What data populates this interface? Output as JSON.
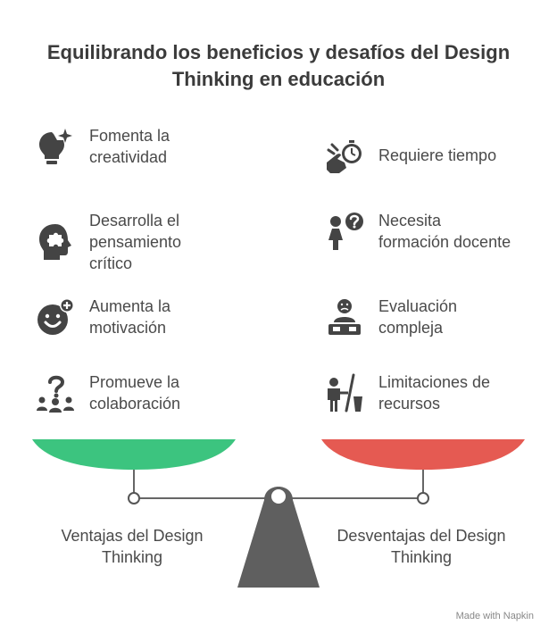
{
  "title": "Equilibrando los beneficios y desafíos del Design Thinking en educación",
  "advantages": {
    "caption": "Ventajas del Design Thinking",
    "items": [
      {
        "label": "Fomenta la creatividad",
        "icon": "lightbulb-sparkle-icon"
      },
      {
        "label": "Desarrolla el pensamiento crítico",
        "icon": "head-puzzle-icon"
      },
      {
        "label": "Aumenta la motivación",
        "icon": "smiley-plus-icon"
      },
      {
        "label": "Promueve la colaboración",
        "icon": "group-question-icon"
      }
    ]
  },
  "disadvantages": {
    "caption": "Desventajas del Design Thinking",
    "items": [
      {
        "label": "Requiere tiempo",
        "icon": "hand-stopwatch-icon"
      },
      {
        "label": "Necesita formación docente",
        "icon": "person-question-icon"
      },
      {
        "label": "Evaluación compleja",
        "icon": "person-sad-desk-icon"
      },
      {
        "label": "Limitaciones de recursos",
        "icon": "person-broom-bucket-icon"
      }
    ]
  },
  "colors": {
    "advantage": "#3cc47f",
    "disadvantage": "#e55a52",
    "icon": "#444444",
    "fulcrum": "#5f5f5f"
  },
  "watermark": "Made with  Napkin"
}
